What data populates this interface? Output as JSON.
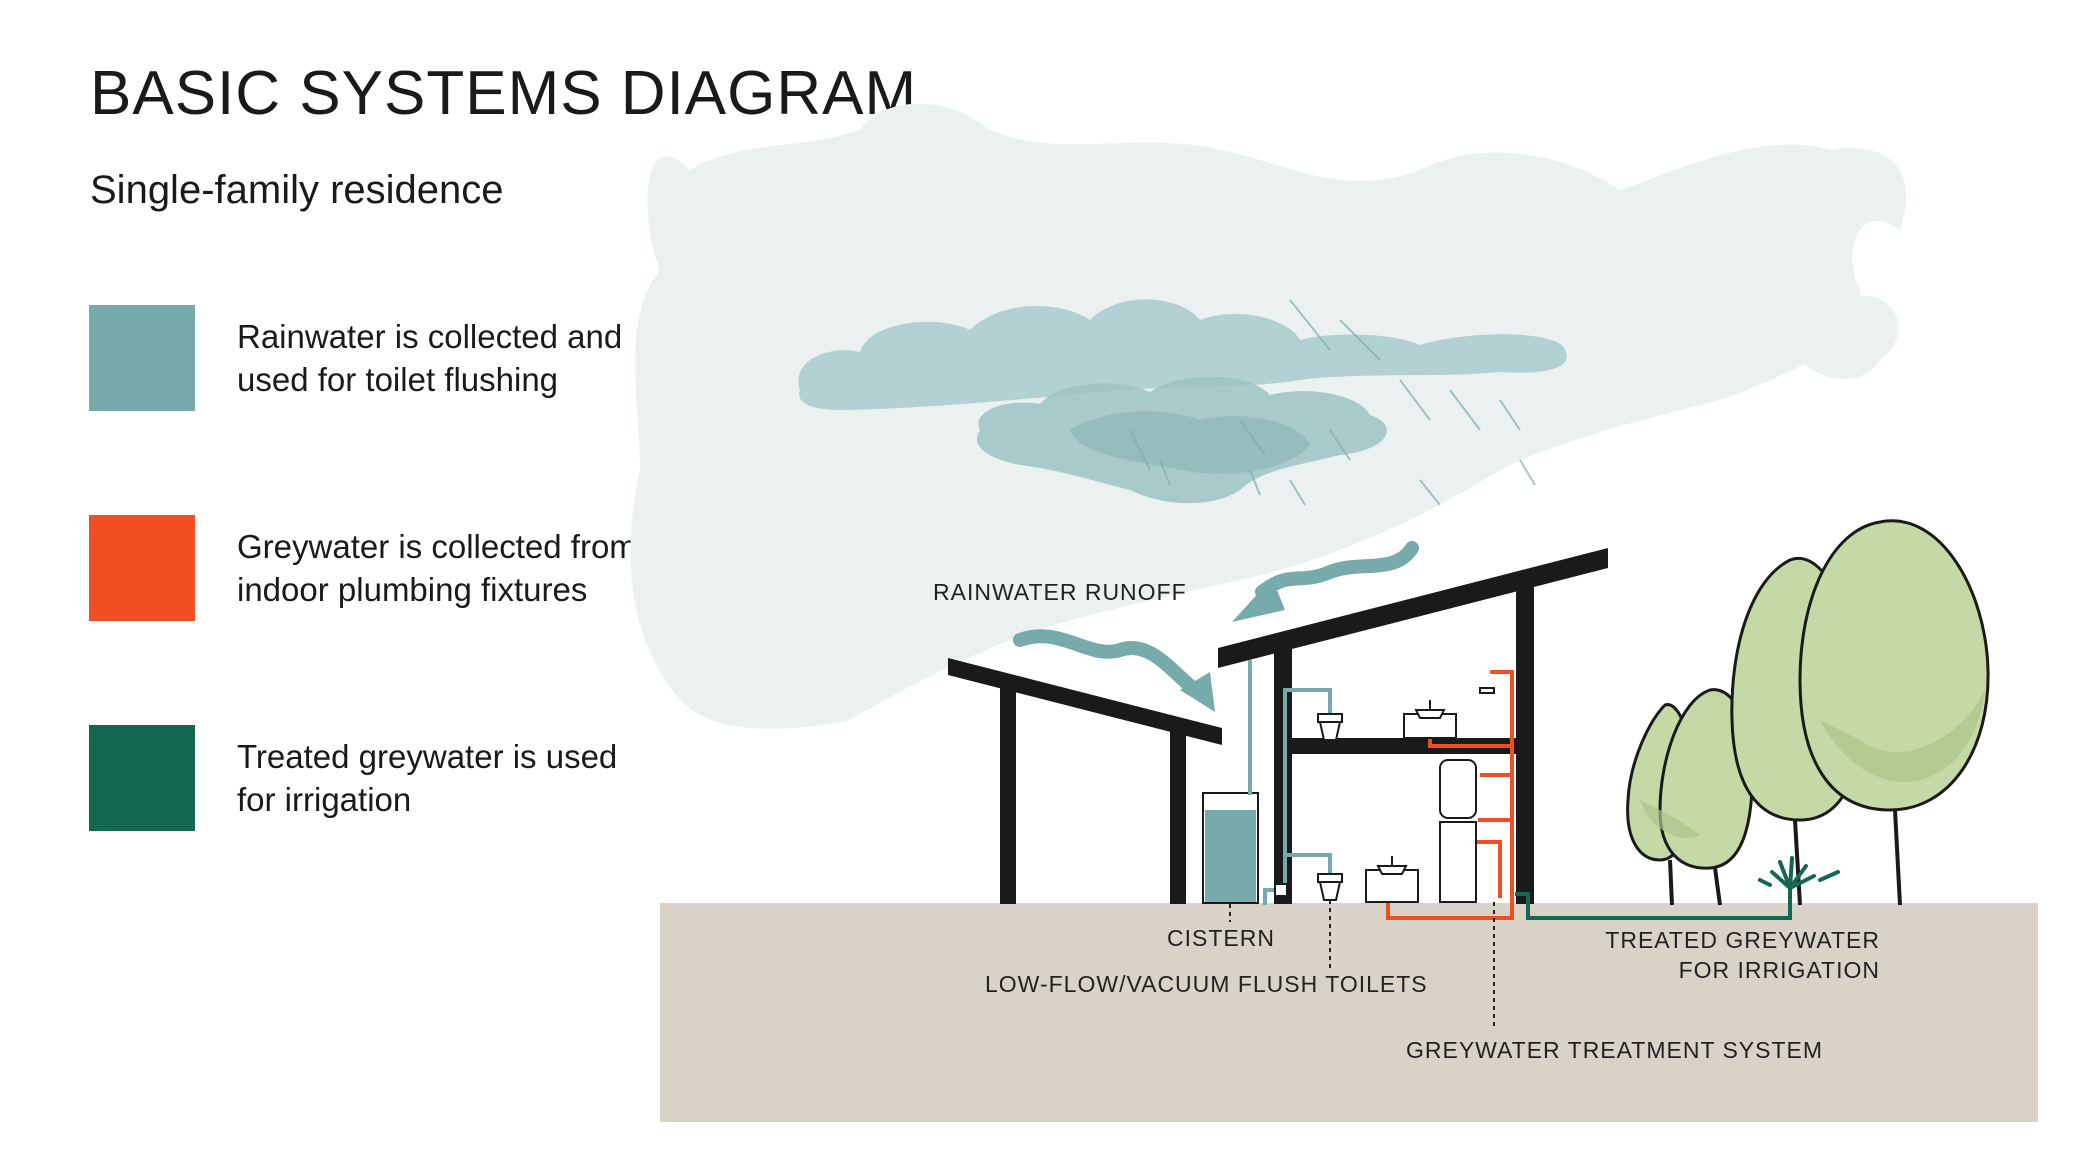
{
  "title": "BASIC SYSTEMS DIAGRAM",
  "subtitle": "Single-family residence",
  "legend": [
    {
      "color": "#76aaab",
      "line1": "Rainwater is collected and",
      "line2": "used for toilet flushing"
    },
    {
      "color": "#f04e23",
      "line1": "Greywater is collected from",
      "line2": "indoor plumbing fixtures"
    },
    {
      "color": "#136852",
      "line1": "Treated greywater is used",
      "line2": "for irrigation"
    }
  ],
  "labels": {
    "rainwater_runoff": "RAINWATER RUNOFF",
    "cistern": "CISTERN",
    "toilets": "LOW-FLOW/VACUUM FLUSH TOILETS",
    "treatment": "GREYWATER TREATMENT SYSTEM",
    "irrigation_line1": "TREATED GREYWATER",
    "irrigation_line2": "FOR IRRIGATION"
  },
  "colors": {
    "rainwater": "#76aaab",
    "greywater": "#f04e23",
    "treated": "#136852",
    "ground": "#d9d3c7",
    "sky": "#eaf1f0",
    "cloud": "#b2d1d2",
    "tree": "#c5d9a6"
  }
}
